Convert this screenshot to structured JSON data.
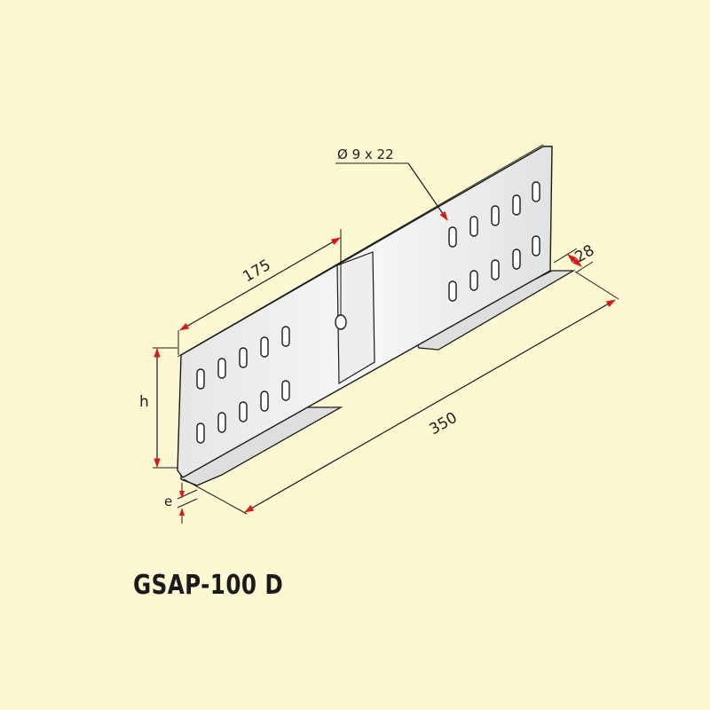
{
  "product": {
    "code": "GSAP-100 D"
  },
  "dimensions": {
    "hole": "Ø 9 x 22",
    "half_length": "175",
    "total_length": "350",
    "flange_width": "28",
    "height_symbol": "h",
    "thickness_symbol": "e"
  },
  "colors": {
    "background": "#fdf7d2",
    "arrow": "#d41c1c",
    "line": "#1a1a1a",
    "plate": "#f4f4f4"
  }
}
